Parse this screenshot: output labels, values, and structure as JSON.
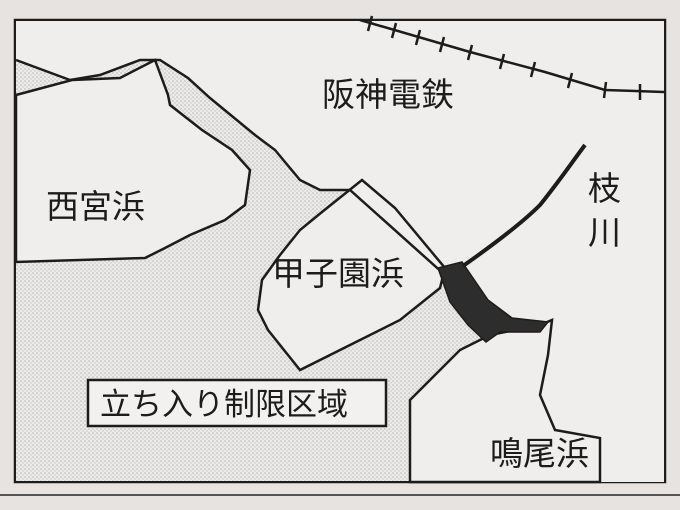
{
  "map": {
    "labels": {
      "railway": "阪神電鉄",
      "river": "枝川",
      "nishinomiya_hama": "西宮浜",
      "koshien_hama": "甲子園浜",
      "naruo_hama": "鳴尾浜"
    },
    "legend": {
      "restricted_area": "立ち入り制限区域"
    },
    "colors": {
      "paper": "#e6e3e0",
      "sea_dots": "#c9c6c3",
      "land": "#efeeec",
      "ink": "#1c1c1c",
      "restricted_fill": "#2d2d2d"
    }
  }
}
